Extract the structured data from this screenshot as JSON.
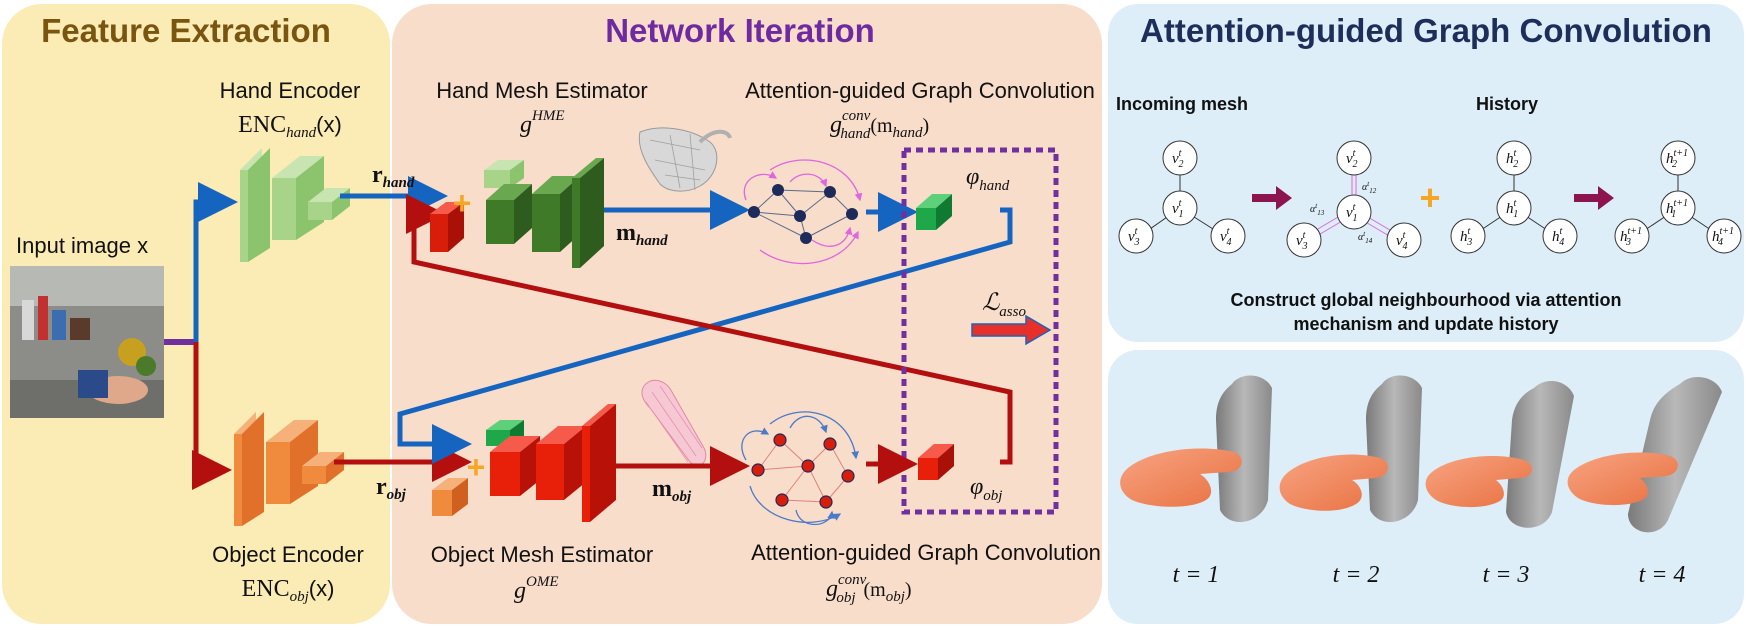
{
  "colors": {
    "feature_bg": "#FBEBB4",
    "network_bg": "#F8DDCB",
    "attention_bg": "#DDEEF8",
    "feature_title": "#7A5510",
    "network_title": "#6E2AA0",
    "attention_title": "#1E2E5A",
    "hand_flow": "#1565C0",
    "obj_flow": "#B30F0F",
    "hand_box_light": "#A8D48A",
    "hand_box_dark": "#3E7A28",
    "obj_box_light": "#F08A3C",
    "obj_box_dark": "#D81E0A",
    "dashed_box": "#7030A0",
    "history_arrow": "#8C1550",
    "plus": "#F5A623"
  },
  "sections": {
    "feature_extraction": "Feature Extraction",
    "network_iteration": "Network Iteration",
    "attention_graph": "Attention-guided Graph Convolution"
  },
  "feature": {
    "input_label": "Input image x",
    "hand_encoder": "Hand Encoder",
    "hand_enc_main": "ENC",
    "hand_enc_sub": "hand",
    "hand_enc_arg": "(x)",
    "object_encoder": "Object Encoder",
    "obj_enc_main": "ENC",
    "obj_enc_sub": "obj",
    "obj_enc_arg": "(x)",
    "r_hand_main": "r",
    "r_hand_sub": "hand",
    "r_obj_main": "r",
    "r_obj_sub": "obj"
  },
  "network": {
    "hme_title": "Hand Mesh Estimator",
    "hme_main": "g",
    "hme_sup": "HME",
    "ome_title": "Object Mesh Estimator",
    "ome_main": "g",
    "ome_sup": "OME",
    "agc_top_title": "Attention-guided Graph Convolution",
    "agc_top_main": "g",
    "agc_top_sup": "conv",
    "agc_top_sub": "hand",
    "agc_top_arg": "(m",
    "agc_top_arg_sub": "hand",
    "agc_top_close": ")",
    "agc_bot_title": "Attention-guided Graph Convolution",
    "agc_bot_main": "g",
    "agc_bot_sup": "conv",
    "agc_bot_sub": "obj",
    "agc_bot_arg": "(m",
    "agc_bot_arg_sub": "obj",
    "agc_bot_close": ")",
    "m_hand_main": "m",
    "m_hand_sub": "hand",
    "m_obj_main": "m",
    "m_obj_sub": "obj",
    "phi_hand_main": "φ",
    "phi_hand_sub": "hand",
    "phi_obj_main": "φ",
    "phi_obj_sub": "obj",
    "loss_main": "ℒ",
    "loss_sub": "asso"
  },
  "attention": {
    "incoming_mesh": "Incoming mesh",
    "history": "History",
    "construct_line1": "Construct global neighbourhood via attention",
    "construct_line2": "mechanism and update history",
    "graph_v": "v",
    "graph_h": "h",
    "alpha": "α",
    "sup_t": "t",
    "sup_t1": "t+1",
    "sub_1": "1",
    "sub_2": "2",
    "sub_3": "3",
    "sub_4": "4",
    "alpha_12": "12",
    "alpha_13": "13",
    "alpha_14": "14",
    "time_labels": [
      "t = 1",
      "t = 2",
      "t = 3",
      "t = 4"
    ]
  }
}
